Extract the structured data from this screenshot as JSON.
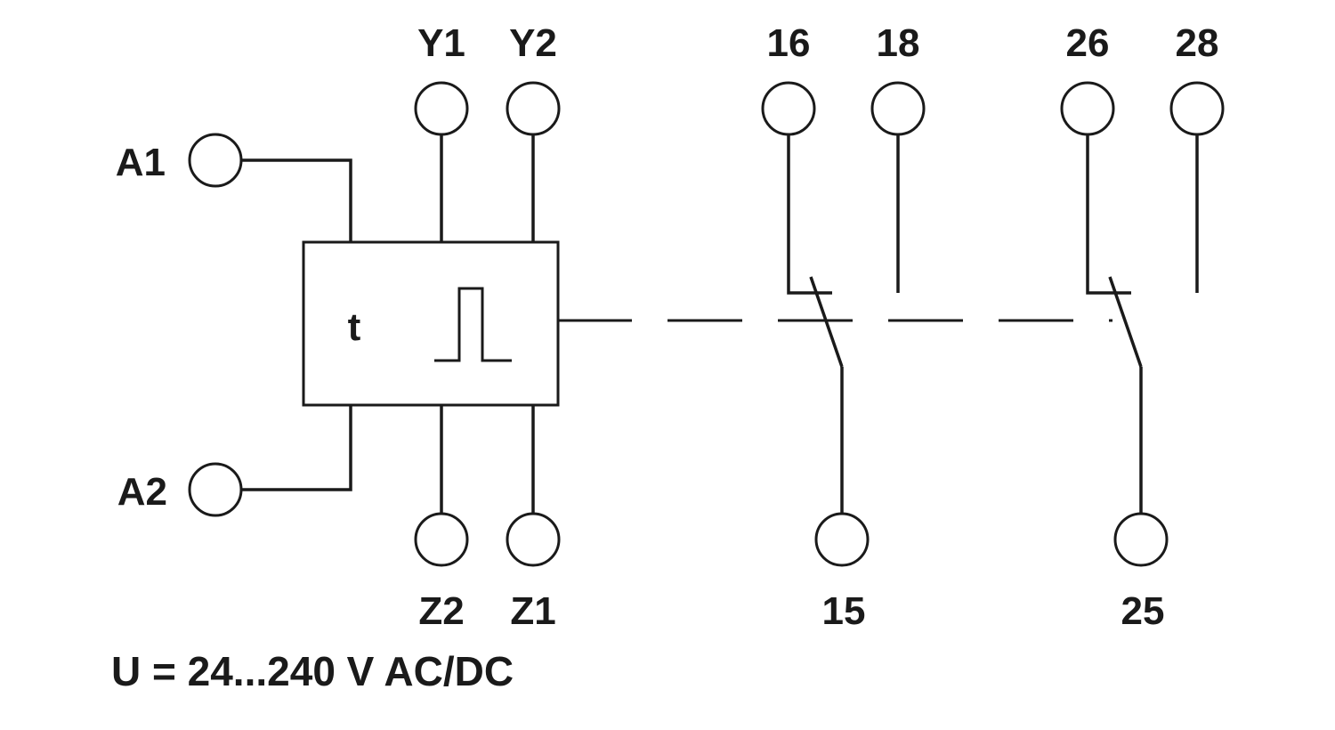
{
  "terminals": {
    "a1": "A1",
    "a2": "A2",
    "y1": "Y1",
    "y2": "Y2",
    "z1": "Z1",
    "z2": "Z2",
    "t16": "16",
    "t18": "18",
    "t15": "15",
    "t26": "26",
    "t28": "28",
    "t25": "25"
  },
  "timer": {
    "symbol": "t",
    "function_icon": "single-pulse-icon"
  },
  "supply_voltage": "U = 24...240 V AC/DC"
}
